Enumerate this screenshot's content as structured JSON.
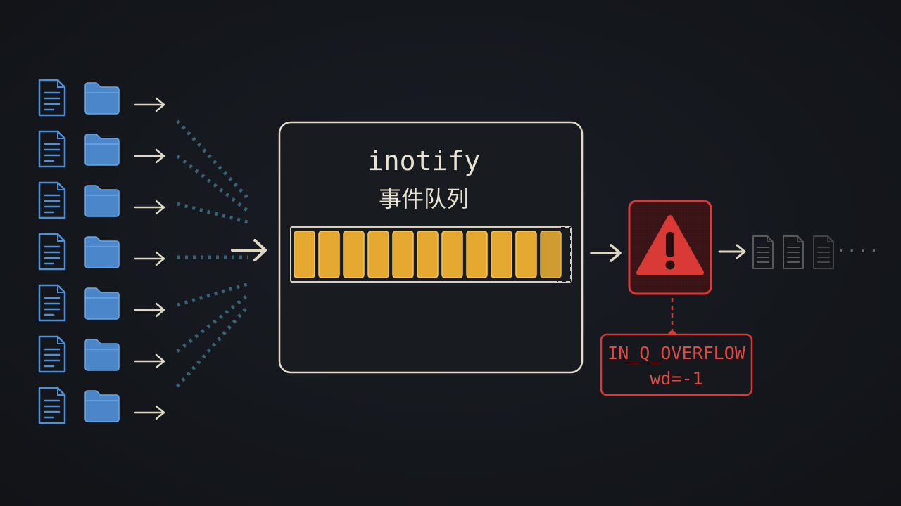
{
  "queue": {
    "title": "inotify",
    "subtitle": "事件队列",
    "slot_count": 11,
    "fill_fraction": 1.0
  },
  "error": {
    "code": "IN_Q_OVERFLOW",
    "detail": "wd=-1"
  },
  "sources": {
    "row_count": 7
  },
  "output": {
    "dropped_doc_count": 3,
    "continuation": "····"
  },
  "colors": {
    "file_icon": "#4f8fd6",
    "folder_fill": "#4a86c8",
    "arrow": "#ded7c4",
    "dotted_line": "#3f6f88",
    "queue_border": "#e4dcc6",
    "slot_fill": "#e5a932",
    "slot_border": "#f3c860",
    "alert_red": "#d93a35",
    "faded_doc": "#6a6a6a"
  },
  "icons": {
    "file": "document-icon",
    "folder": "folder-icon",
    "warning": "warning-triangle-icon"
  }
}
